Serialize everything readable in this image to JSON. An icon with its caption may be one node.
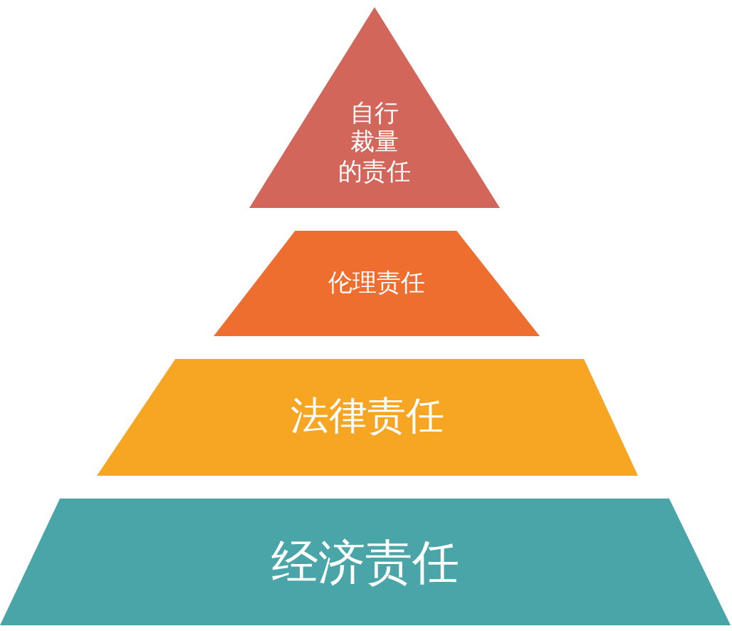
{
  "diagram": {
    "nodes": [
      {
        "text": [
          "自行裁量的责任"
        ]
      },
      {
        "text": [
          "伦理责任"
        ]
      },
      {
        "text": [
          "法律责任"
        ]
      },
      {
        "text": [
          "经济责任"
        ]
      }
    ]
  }
}
